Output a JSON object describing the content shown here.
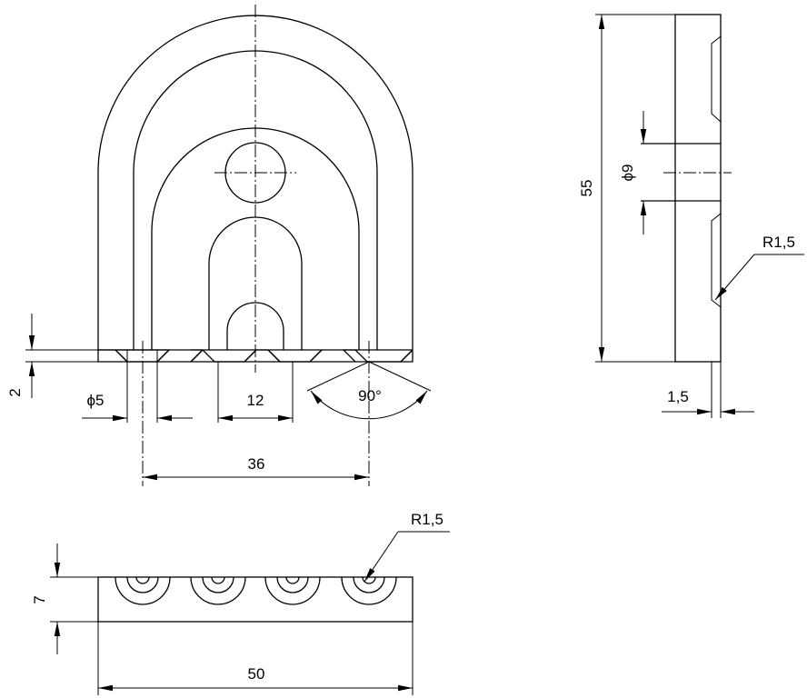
{
  "drawing": {
    "front_view": {
      "hole_diameter": "ϕ5",
      "slot_width": "12",
      "countersink_angle": "90°",
      "hole_spacing": "36",
      "slot_depth": "2"
    },
    "side_view": {
      "height": "55",
      "bore_diameter": "ϕ9",
      "fillet_radius": "R1,5",
      "groove_depth": "1,5"
    },
    "bottom_view": {
      "thickness": "7",
      "width": "50",
      "fillet_radius": "R1,5"
    }
  },
  "colors": {
    "line": "#000000",
    "background": "#ffffff"
  }
}
